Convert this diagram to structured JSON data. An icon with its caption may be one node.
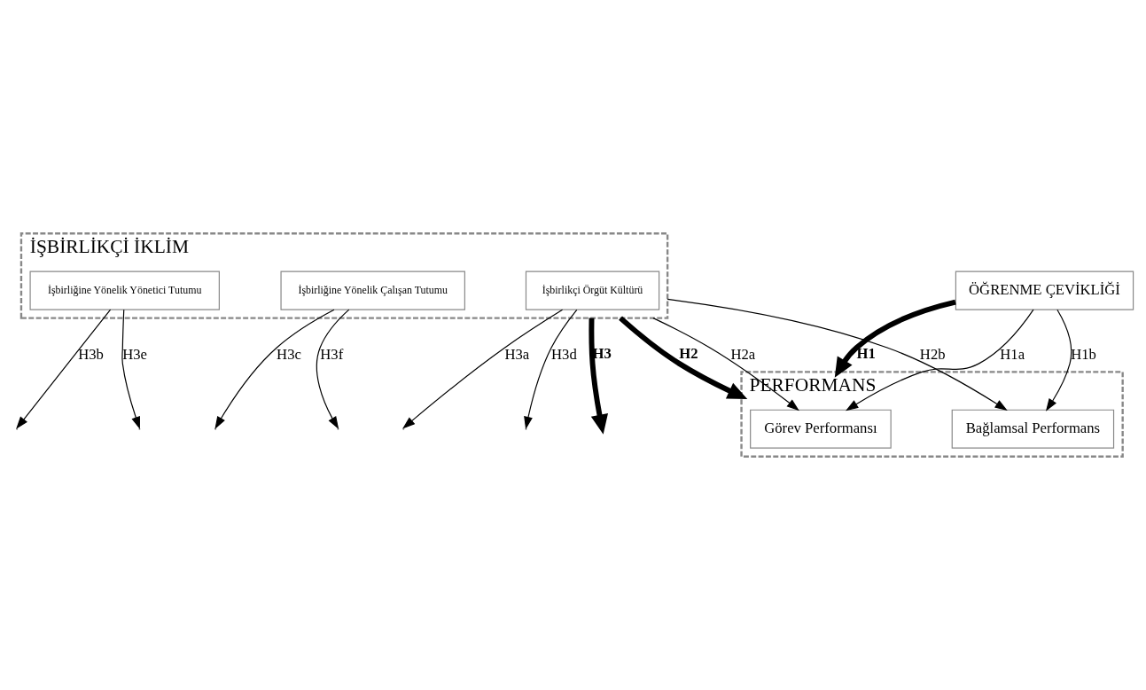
{
  "diagram": {
    "nodes": [
      {
        "text": [
          "İŞBİRLİKÇİ İKLİM"
        ]
      },
      {
        "text": [
          "İşbirlikçi Örgüt Kültürü"
        ],
        "in": 0
      },
      {
        "text": [
          "İşbirliğine Yönelik Yönetici Tutumu"
        ],
        "in": 0
      },
      {
        "text": [
          "İşbirliğine Yönelik Çalışan Tutumu"
        ],
        "in": 0
      },
      {
        "text": [
          "ÖĞRENME ÇEVİKLİĞİ"
        ]
      },
      {
        "text": [
          "PERFORMANS"
        ]
      },
      {
        "text": [
          "Görev Performansı"
        ],
        "in": 5
      },
      {
        "text": [
          "Bağlamsal Performans"
        ],
        "in": 5
      }
    ],
    "edges": [
      {
        "from": 4,
        "to": 6,
        "arrow": "to",
        "label": "H1a"
      },
      {
        "from": 4,
        "to": 5,
        "arrow": "to",
        "label": "H1",
        "style": "thick"
      },
      {
        "from": 4,
        "to": 7,
        "arrow": "to",
        "label": "H1b"
      },
      {
        "from": 0,
        "to": 6,
        "arrow": "to",
        "label": "H2a"
      },
      {
        "from": 0,
        "to": 7,
        "arrow": "to",
        "label": "H2b"
      },
      {
        "from": 0,
        "to": 5,
        "arrow": "to",
        "label": "H2",
        "style": "thick"
      },
      {
        "from": 0,
        "to": null,
        "arrow": "to",
        "label": "H3",
        "style": "thick"
      },
      {
        "from": 1,
        "to": null,
        "arrow": "to",
        "label": "H3a"
      },
      {
        "from": 1,
        "to": null,
        "arrow": "to",
        "label": "H3d"
      },
      {
        "from": 2,
        "to": null,
        "arrow": "to",
        "label": "H3b"
      },
      {
        "from": 2,
        "to": null,
        "arrow": "to",
        "label": "H3e"
      },
      {
        "from": 3,
        "to": null,
        "arrow": "to",
        "label": "H3c"
      },
      {
        "from": 3,
        "to": null,
        "arrow": "to",
        "label": "H3f"
      }
    ]
  }
}
